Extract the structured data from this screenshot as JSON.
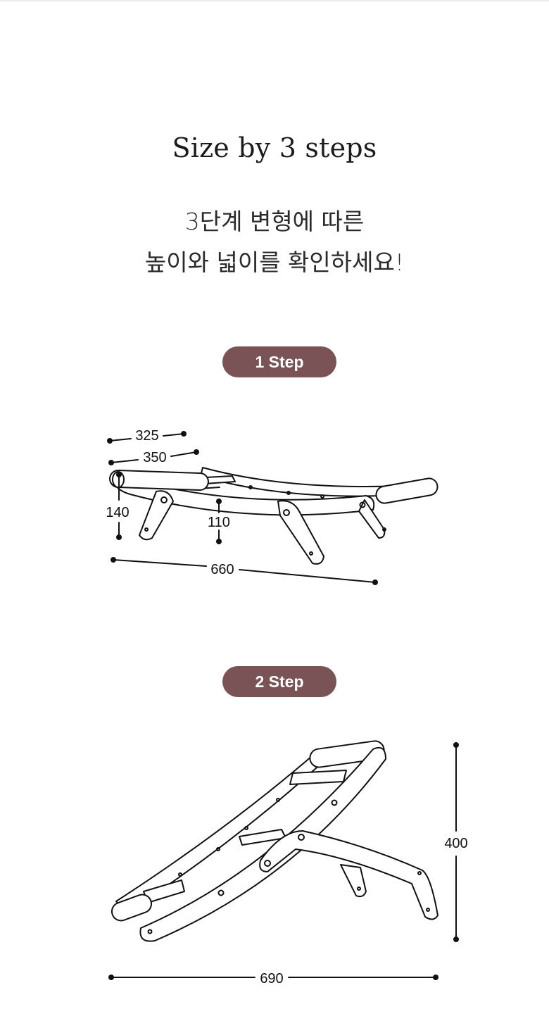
{
  "heading": {
    "title": "Size by 3 steps",
    "subtitle_line1": "3단계 변형에 따른",
    "subtitle_line2": "높이와 넓이를 확인하세요!"
  },
  "steps": [
    {
      "label": "1 Step",
      "dimensions": {
        "top_width": "325",
        "mid_width": "350",
        "height": "140",
        "inner_height": "110",
        "length": "660"
      }
    },
    {
      "label": "2 Step",
      "dimensions": {
        "height": "400",
        "length": "690"
      }
    }
  ],
  "colors": {
    "pill_background": "#7a5356",
    "pill_text": "#ffffff",
    "line": "#111111"
  }
}
